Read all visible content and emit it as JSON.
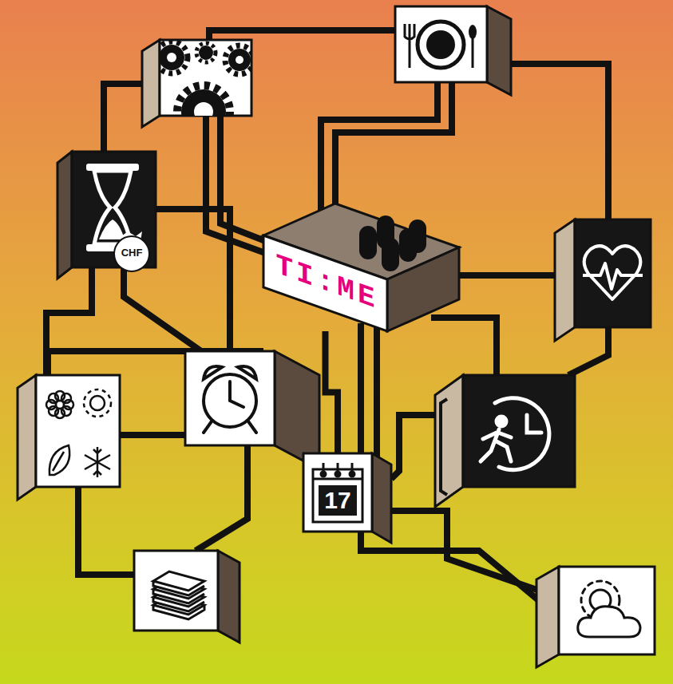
{
  "diagram": {
    "nodes": [
      {
        "text": [
          "CHF"
        ]
      },
      {
        "text": [
          "TI:ME"
        ]
      },
      {
        "text": [
          "17"
        ]
      }
    ],
    "edges": [
      {
        "from": 1,
        "to": 2,
        "arrow": "none"
      }
    ]
  }
}
